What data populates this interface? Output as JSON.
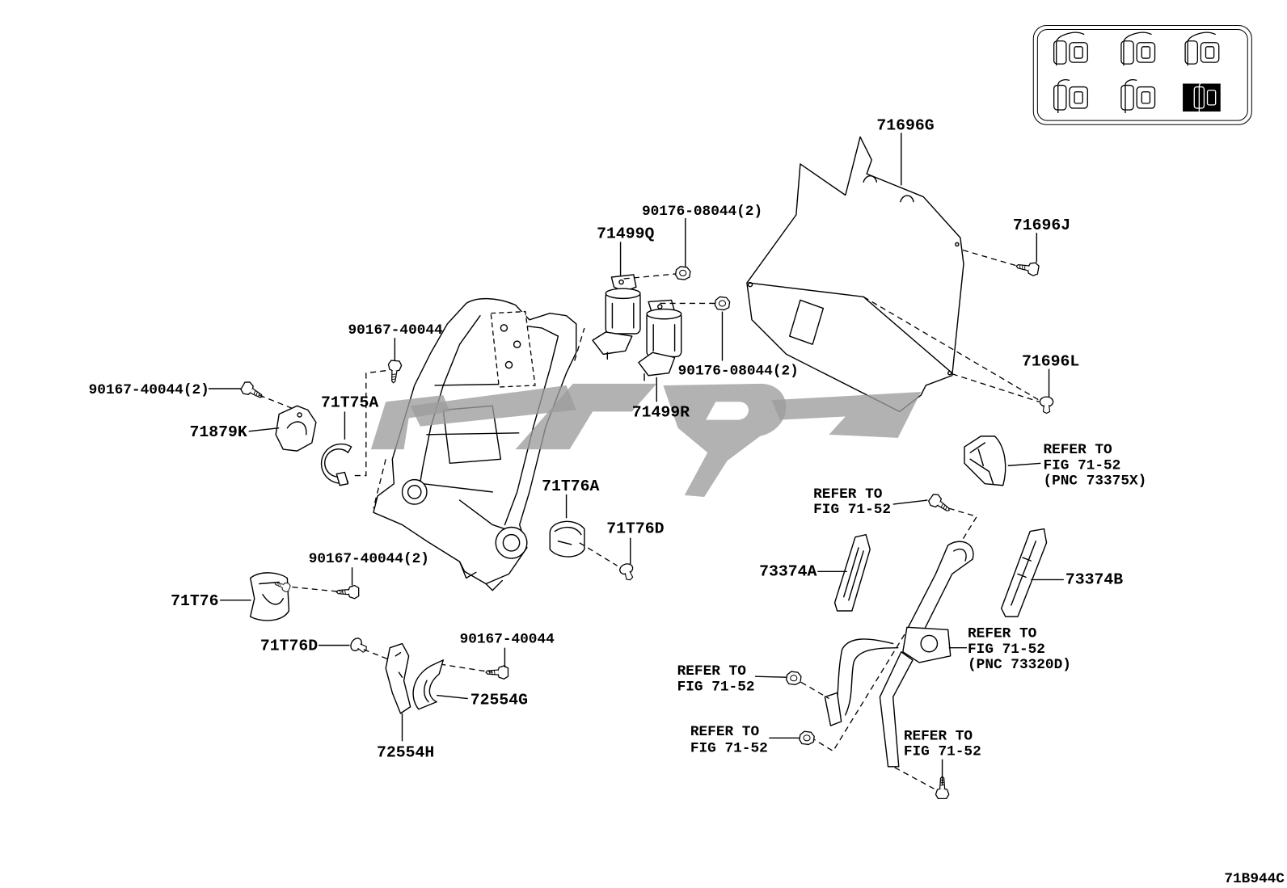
{
  "figure_code": "71B944C",
  "colors": {
    "line": "#000000",
    "background": "#ffffff",
    "watermark": "#9c9c9c",
    "selected_seat": "#000000"
  },
  "seat_selector": {
    "icon": "seat-position-icon",
    "positions": [
      {
        "selected": false
      },
      {
        "selected": false
      },
      {
        "selected": false
      },
      {
        "selected": false
      },
      {
        "selected": false
      },
      {
        "selected": true
      }
    ]
  },
  "callouts": [
    {
      "lines": [
        "71696G"
      ]
    },
    {
      "lines": [
        "71696J"
      ]
    },
    {
      "lines": [
        "71696L"
      ]
    },
    {
      "lines": [
        "90176-08044(2)"
      ]
    },
    {
      "lines": [
        "71499Q"
      ]
    },
    {
      "lines": [
        "90176-08044(2)"
      ]
    },
    {
      "lines": [
        "71499R"
      ]
    },
    {
      "lines": [
        "90167-40044"
      ]
    },
    {
      "lines": [
        "90167-40044(2)"
      ]
    },
    {
      "lines": [
        "71T75A"
      ]
    },
    {
      "lines": [
        "71879K"
      ]
    },
    {
      "lines": [
        "REFER TO",
        "FIG 71-52",
        "(PNC 73375X)"
      ]
    },
    {
      "lines": [
        "REFER TO",
        "FIG 71-52"
      ]
    },
    {
      "lines": [
        "71T76A"
      ]
    },
    {
      "lines": [
        "71T76D"
      ]
    },
    {
      "lines": [
        "73374A"
      ]
    },
    {
      "lines": [
        "73374B"
      ]
    },
    {
      "lines": [
        "90167-40044(2)"
      ]
    },
    {
      "lines": [
        "71T76"
      ]
    },
    {
      "lines": [
        "REFER TO",
        "FIG 71-52",
        "(PNC 73320D)"
      ]
    },
    {
      "lines": [
        "71T76D"
      ]
    },
    {
      "lines": [
        "90167-40044"
      ]
    },
    {
      "lines": [
        "72554G"
      ]
    },
    {
      "lines": [
        "REFER TO",
        "FIG 71-52"
      ]
    },
    {
      "lines": [
        "REFER TO",
        "FIG 71-52"
      ]
    },
    {
      "lines": [
        "REFER TO",
        "FIG 71-52"
      ]
    },
    {
      "lines": [
        "72554H"
      ]
    }
  ]
}
